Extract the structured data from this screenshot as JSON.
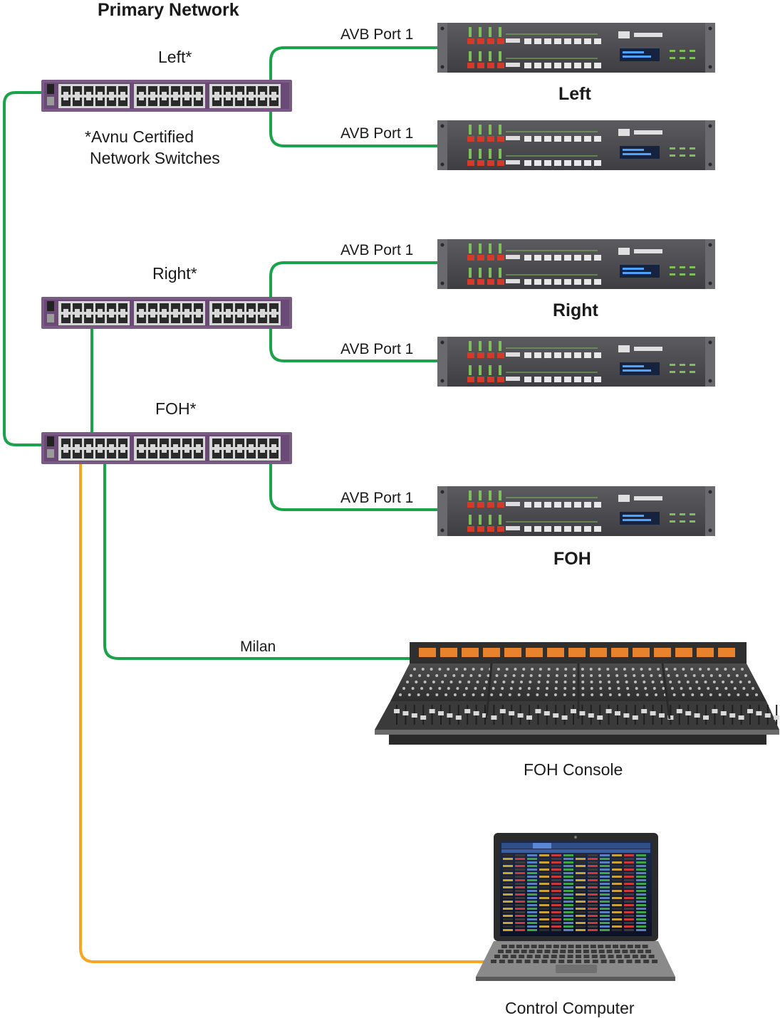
{
  "title": "Primary Network",
  "switches": [
    {
      "label": "Left*"
    },
    {
      "label": "Right*"
    },
    {
      "label": "FOH*"
    }
  ],
  "note": {
    "line1": "*Avnu Certified",
    "line2": "Network Switches"
  },
  "cable_label": "AVB Port 1",
  "groups": [
    {
      "label": "Left"
    },
    {
      "label": "Right"
    },
    {
      "label": "FOH"
    }
  ],
  "milan_label": "Milan",
  "console_label": "FOH Console",
  "computer_label": "Control Computer",
  "colors": {
    "avb_cable": "#1aa34a",
    "control_cable": "#f5a623",
    "switch_body": "#7b5a86",
    "processor_body": "#4a4a4e",
    "console_body": "#3c3c3c",
    "console_buttons": "#e8822c"
  },
  "icons": [
    "network-switch-icon",
    "galaxy-processor-icon",
    "mixing-console-icon",
    "laptop-icon"
  ]
}
